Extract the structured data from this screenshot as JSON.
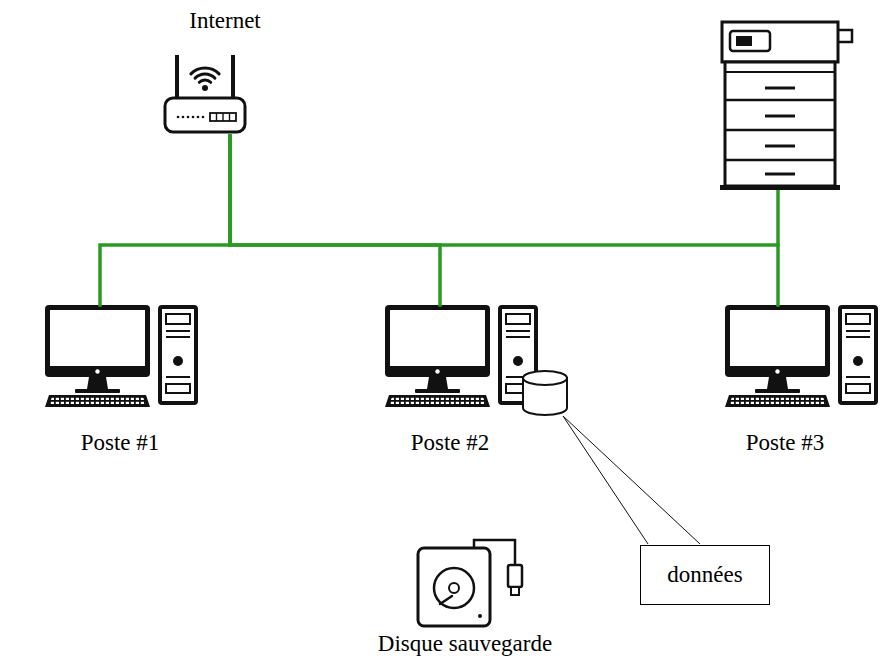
{
  "diagram": {
    "nodes": [
      {
        "text": [
          "Internet"
        ]
      },
      {
        "text": [
          "Poste #1"
        ]
      },
      {
        "text": [
          "Poste #2"
        ]
      },
      {
        "text": [
          "Poste #3"
        ]
      },
      {
        "text": [
          "données"
        ]
      },
      {
        "text": [
          "Disque sauvegarde"
        ]
      }
    ],
    "edges": [
      {
        "from": 0,
        "to": 1,
        "arrow": "none"
      },
      {
        "from": 0,
        "to": 2,
        "arrow": "none"
      },
      {
        "from": 0,
        "to": 3,
        "arrow": "none"
      }
    ]
  }
}
